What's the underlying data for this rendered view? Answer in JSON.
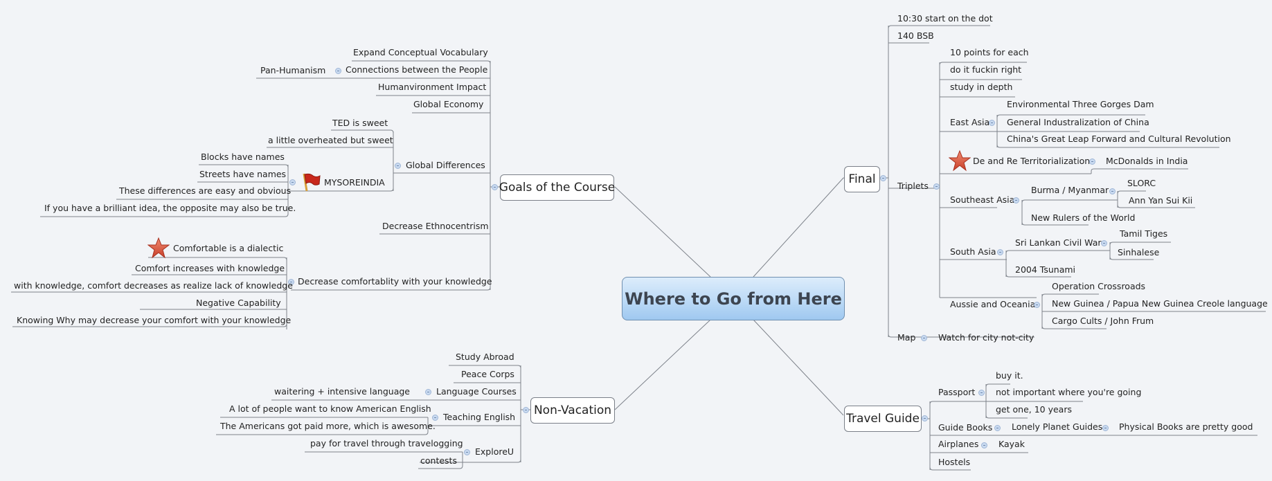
{
  "central_topic": "Where to Go from Here",
  "main_topics": {
    "goals": "Goals of the Course",
    "non_vacation": "Non-Vacation",
    "final": "Final",
    "travel_guide": "Travel Guide"
  },
  "goals": {
    "expand": "Expand Conceptual Vocabulary",
    "connections": "Connections between the People",
    "pan_humanism": "Pan-Humanism",
    "humanvironment": "Humanvironment Impact",
    "global_economy": "Global Economy",
    "global_differences": "Global Differences",
    "ted": "TED is sweet",
    "overheated": "a little overheated but sweet",
    "mysoreindia": "MYSOREINDIA",
    "blocks": "Blocks have names",
    "streets": "Streets have names",
    "differences_easy": "These differences are easy and obvious",
    "brilliant": "If you have a brilliant idea, the opposite may also be true.",
    "ethnocentrism": "Decrease Ethnocentrism",
    "decrease_comfort": "Decrease comfortablity with your knowledge",
    "dialectic": "Comfortable is a dialectic",
    "comfort_increases": "Comfort increases with knowledge",
    "comfort_decreases": "with knowledge, comfort decreases as realize lack of knowledge",
    "negative_capability": "Negative Capability",
    "knowing_why": "Knowing Why may decrease your comfort with your knowledge"
  },
  "non_vacation": {
    "study_abroad": "Study Abroad",
    "peace_corps": "Peace Corps",
    "language_courses": "Language Courses",
    "waitering": "waitering + intensive language",
    "teaching_english": "Teaching English",
    "american_english": "A lot of people want to know American English",
    "paid_more": "The Americans got paid more, which is awesome.",
    "exploreu": "ExploreU",
    "travelogging": "pay for travel through travelogging",
    "contests": "contests"
  },
  "final": {
    "start": "10:30 start on the dot",
    "room": "140 BSB",
    "triplets": "Triplets",
    "points": "10 points for each",
    "right": "do it fuckin right",
    "depth": "study in depth",
    "east_asia": "East Asia",
    "three_gorges": "Environmental Three Gorges Dam",
    "industralization": "General Industralization of China",
    "great_leap": "China's Great Leap Forward and Cultural Revolution",
    "territorialization": "De and Re Territorialization",
    "mcdonalds": "McDonalds in India",
    "southeast_asia": "Southeast Asia",
    "burma": "Burma / Myanmar",
    "slorc": "SLORC",
    "ann": "Ann Yan Sui Kii",
    "new_rulers": "New Rulers of the World",
    "south_asia": "South Asia",
    "sri_lanka": "Sri Lankan Civil War",
    "tamil": "Tamil Tiges",
    "sinhalese": "Sinhalese",
    "tsunami": "2004 Tsunami",
    "oceania": "Aussie and Oceania",
    "crossroads": "Operation Crossroads",
    "new_guinea": "New Guinea / Papua New Guinea Creole language",
    "cargo": "Cargo Cults / John Frum",
    "map": "Map",
    "city": "Watch for city not-city"
  },
  "travel_guide": {
    "passport": "Passport",
    "buy": "buy it.",
    "not_important": "not important where you're going",
    "ten_years": "get one, 10 years",
    "guide_books": "Guide Books",
    "lonely_planet": "Lonely Planet Guides",
    "physical_books": "Physical Books are pretty good",
    "airplanes": "Airplanes",
    "kayak": "Kayak",
    "hostels": "Hostels"
  },
  "colors": {
    "background": "#f2f4f7",
    "central_fill": "#bcdaf6",
    "line": "#7a7f88",
    "star": "#d9533f",
    "flag": "#c8281c"
  }
}
